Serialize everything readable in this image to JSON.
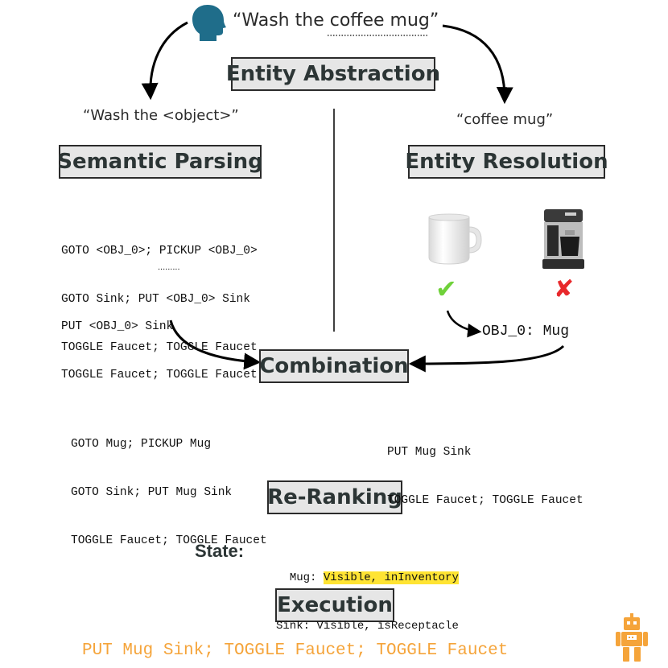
{
  "instruction": {
    "prefix": "“Wash the ",
    "entity": "coffee mug",
    "suffix": "”"
  },
  "boxes": {
    "entity_abstraction": "Entity Abstraction",
    "semantic_parsing": "Semantic Parsing",
    "entity_resolution": "Entity Resolution",
    "combination": "Combination",
    "re_ranking": "Re-Ranking",
    "execution": "Execution"
  },
  "quotes": {
    "abstract_template": "“Wash the <object>”",
    "entity_text": "“coffee mug”"
  },
  "parsing_candidates": {
    "group1": [
      "GOTO <OBJ_0>; PICKUP <OBJ_0>",
      "GOTO Sink; PUT <OBJ_0> Sink",
      "TOGGLE Faucet; TOGGLE Faucet"
    ],
    "ellipsis": ".........",
    "group2": [
      "PUT <OBJ_0> Sink",
      "TOGGLE Faucet; TOGGLE Faucet"
    ]
  },
  "resolution": {
    "candidates": [
      {
        "object": "mug",
        "accepted": true,
        "mark": "✔",
        "mark_color": "#6fd13a"
      },
      {
        "object": "coffee-maker",
        "accepted": false,
        "mark": "✘",
        "mark_color": "#e8282b"
      }
    ],
    "result": "OBJ_0: Mug"
  },
  "combined_plans": {
    "plan1": [
      "GOTO Mug; PICKUP Mug",
      "GOTO Sink; PUT Mug Sink",
      "TOGGLE Faucet; TOGGLE Faucet"
    ],
    "plan2": [
      "PUT Mug Sink",
      "TOGGLE Faucet; TOGGLE Faucet"
    ]
  },
  "state": {
    "label": "State:",
    "mug_key": "Mug:",
    "mug_value": "Visible, inInventory",
    "sink_key": "Sink:",
    "sink_value": "Visible, isReceptacle"
  },
  "final_plan": "PUT Mug Sink; TOGGLE Faucet; TOGGLE Faucet",
  "colors": {
    "box_fill": "#e6e6e6",
    "box_text": "#2c3535",
    "human_icon": "#1f6d8a",
    "highlight": "#ffe433",
    "final_plan": "#f5a43a",
    "robot_icon": "#f5a43a"
  },
  "icons": [
    "human-head-icon",
    "mug-icon",
    "coffee-maker-icon",
    "robot-icon",
    "check-icon",
    "cross-icon"
  ]
}
